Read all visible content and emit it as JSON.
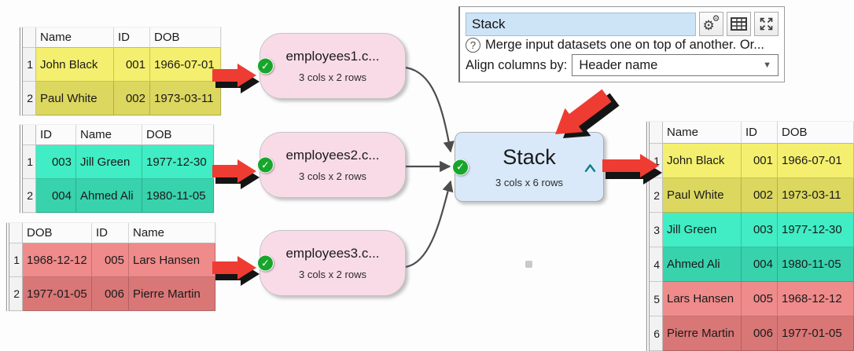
{
  "panel": {
    "node_name_value": "Stack",
    "help_text": "Merge input datasets one on top of another. Or...",
    "align_label": "Align columns by:",
    "align_value": "Header name",
    "help_icon": "question-circle",
    "buttons": [
      {
        "name": "settings",
        "icon": "gears-icon"
      },
      {
        "name": "show-grid",
        "icon": "table-grid-icon"
      },
      {
        "name": "expand",
        "icon": "expand-arrows-icon"
      }
    ]
  },
  "nodes": {
    "inputs": [
      {
        "title": "employees1.c...",
        "subtitle": "3 cols x 2 rows",
        "status_icon": "green-check"
      },
      {
        "title": "employees2.c...",
        "subtitle": "3 cols x 2 rows",
        "status_icon": "green-check"
      },
      {
        "title": "employees3.c...",
        "subtitle": "3 cols x 2 rows",
        "status_icon": "green-check"
      }
    ],
    "stack": {
      "title": "Stack",
      "subtitle": "3 cols x 6 rows",
      "status_icon": "green-check",
      "output_icon": "caret-up"
    }
  },
  "tables": {
    "input1": {
      "columns": [
        "Name",
        "ID",
        "DOB"
      ],
      "row_nums": [
        "1",
        "2"
      ],
      "rows": [
        [
          "John Black",
          "001",
          "1966-07-01"
        ],
        [
          "Paul White",
          "002",
          "1973-03-11"
        ]
      ],
      "row_colors": [
        "yellow_light",
        "yellow_dark"
      ]
    },
    "input2": {
      "columns": [
        "ID",
        "Name",
        "DOB"
      ],
      "row_nums": [
        "1",
        "2"
      ],
      "rows": [
        [
          "003",
          "Jill Green",
          "1977-12-30"
        ],
        [
          "004",
          "Ahmed Ali",
          "1980-11-05"
        ]
      ],
      "row_colors": [
        "teal_light",
        "teal_dark"
      ]
    },
    "input3": {
      "columns": [
        "DOB",
        "ID",
        "Name"
      ],
      "row_nums": [
        "1",
        "2"
      ],
      "rows": [
        [
          "1968-12-12",
          "005",
          "Lars Hansen"
        ],
        [
          "1977-01-05",
          "006",
          "Pierre Martin"
        ]
      ],
      "row_colors": [
        "red_light",
        "red_dark"
      ]
    },
    "output": {
      "columns": [
        "Name",
        "ID",
        "DOB"
      ],
      "row_nums": [
        "1",
        "2",
        "3",
        "4",
        "5",
        "6"
      ],
      "rows": [
        [
          "John Black",
          "001",
          "1966-07-01"
        ],
        [
          "Paul White",
          "002",
          "1973-03-11"
        ],
        [
          "Jill Green",
          "003",
          "1977-12-30"
        ],
        [
          "Ahmed Ali",
          "004",
          "1980-11-05"
        ],
        [
          "Lars Hansen",
          "005",
          "1968-12-12"
        ],
        [
          "Pierre Martin",
          "006",
          "1977-01-05"
        ]
      ],
      "row_colors": [
        "yellow_light",
        "yellow_dark",
        "teal_light",
        "teal_dark",
        "red_light",
        "red_dark"
      ]
    }
  },
  "colors": {
    "yellow_light": "#f4ef6e",
    "yellow_dark": "#dcd75f",
    "teal_light": "#40edc4",
    "teal_dark": "#38d2ad",
    "red_light": "#ef8b8b",
    "red_dark": "#d97777",
    "arrow_red": "#ee3c33",
    "connector_gray": "#4d4d4d",
    "check_green": "#17a62b",
    "caret_teal": "#0f7f8f"
  }
}
